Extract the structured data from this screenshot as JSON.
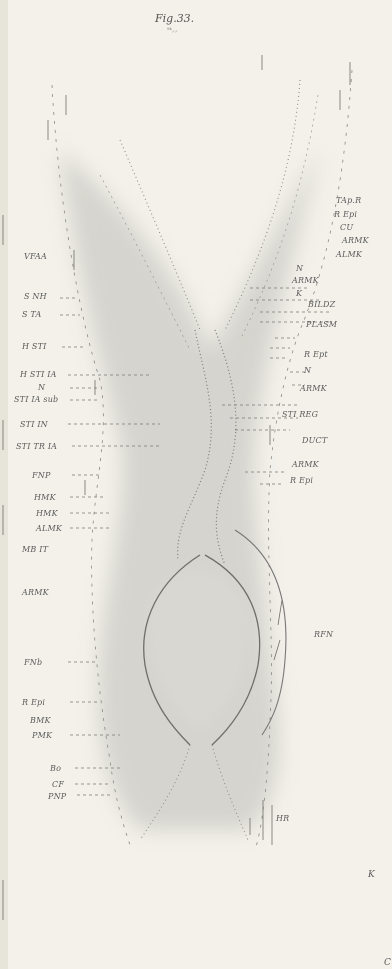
{
  "figure": {
    "title": "Fig.33.",
    "subtitle": "⁹⁴⸝⸝",
    "labels_left": {
      "vfaa": "VFAA",
      "snh": "S NH",
      "sta": "S TA",
      "hsti": "H STI",
      "hsti_ia": "H STI IA",
      "n_left": "N",
      "sti_ia_sub": "STI IA sub",
      "sti_in": "STI IN",
      "sti_tr_ia": "STI TR IA",
      "fnp": "FNP",
      "hmk_1": "HMK",
      "hmk_2": "HMK",
      "almk_left": "ALMK",
      "mb_it": "MB IT",
      "armk_left": "ARMK",
      "fnb": "FNb",
      "r_epi_left": "R Epi",
      "bmk": "BMK",
      "pmk": "PMK",
      "bo": "Bo",
      "cf": "CF",
      "pnp": "PNP"
    },
    "labels_right": {
      "tap_r": "TAp.R",
      "r_epi_1": "R Epi",
      "cu": "CU",
      "armk_1": "ARMK",
      "almk": "ALMK",
      "n_1": "N",
      "armk_2": "ARMK",
      "k_1": "K",
      "bildz": "BILDZ",
      "plasm": "PLASM",
      "r_ept": "R Ept",
      "n_2": "N",
      "armk_3": "ARMK",
      "sti_reg": "STI REG",
      "duct": "DUCT",
      "armk_4": "ARMK",
      "r_epi_2": "R Epi",
      "rfn": "RFN",
      "hr": "HR",
      "k_2": "K",
      "corner_c": "C"
    }
  },
  "colors": {
    "paper": "#f3f1ea",
    "ink": "#5a5a5a",
    "shadow": "#c9c9c4"
  }
}
